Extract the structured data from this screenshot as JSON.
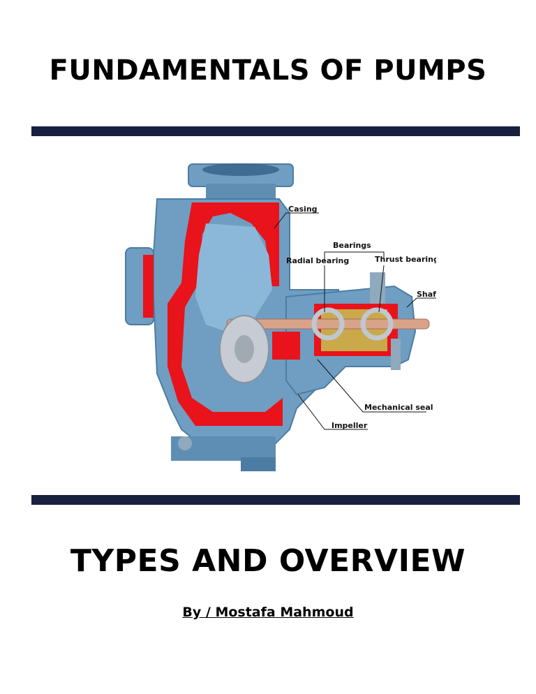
{
  "document": {
    "title": "FUNDAMENTALS OF PUMPS",
    "subtitle": "TYPES AND OVERVIEW",
    "author": "By / Mostafa Mahmoud"
  },
  "figure": {
    "labels": {
      "casing": "Casing",
      "bearings": "Bearings",
      "radial_bearing": "Radial bearing",
      "thrust_bearing": "Thrust bearing",
      "shaft": "Shaft",
      "mechanical_seal": "Mechanical seal",
      "impeller": "Impeller"
    },
    "colors": {
      "body": "#6f9ec2",
      "body_dark": "#4d7ca3",
      "cut": "#e8131b",
      "brass": "#c9a94a"
    }
  }
}
